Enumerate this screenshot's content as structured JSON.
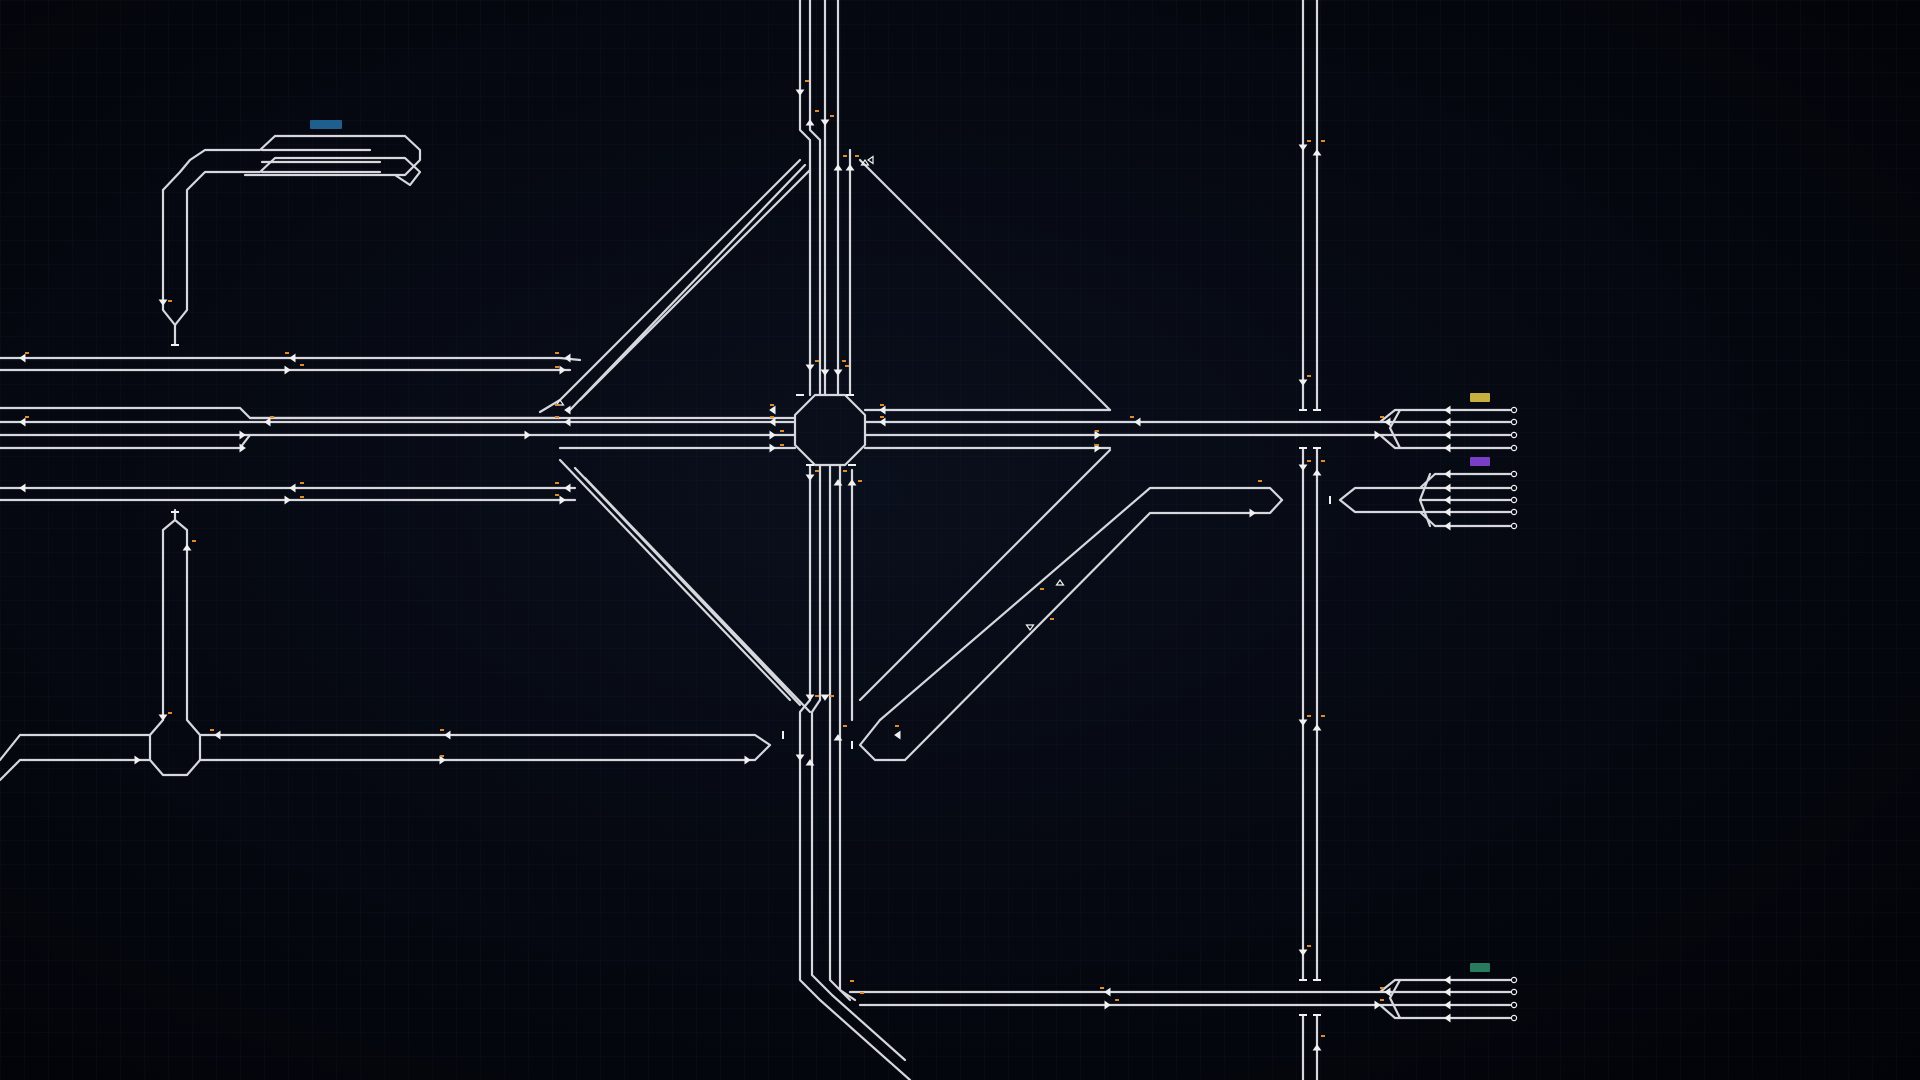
{
  "screen": "railway-signal-box-map",
  "stations": [
    {
      "id": "north-west-depot",
      "label": "",
      "color": "#2f7fb8"
    },
    {
      "id": "east-terminal-a",
      "label": "",
      "color": "#d8c24a"
    },
    {
      "id": "east-terminal-b",
      "label": "",
      "color": "#8a4fd6"
    },
    {
      "id": "south-east-terminal",
      "label": "",
      "color": "#3a9a78"
    }
  ],
  "colors": {
    "background": "#04060d",
    "track": "#d6d8de",
    "signal": "#f1f1f1",
    "signal_lamp": "#e08a2a"
  },
  "icons": [
    "signal-arrow-icon",
    "buffer-stop-icon",
    "platform-end-icon"
  ]
}
